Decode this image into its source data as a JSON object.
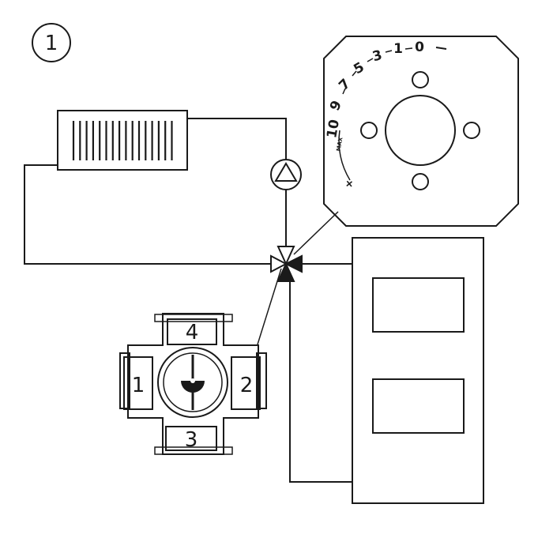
{
  "figure_number": "1",
  "valve": {
    "ports": {
      "left": "1",
      "right": "2",
      "bottom": "3",
      "top": "4"
    }
  },
  "control_knob": {
    "scale_marks": [
      "0",
      "1",
      "3",
      "5",
      "7",
      "9",
      "10"
    ],
    "max_label": "MAX",
    "plus_label": "+"
  }
}
